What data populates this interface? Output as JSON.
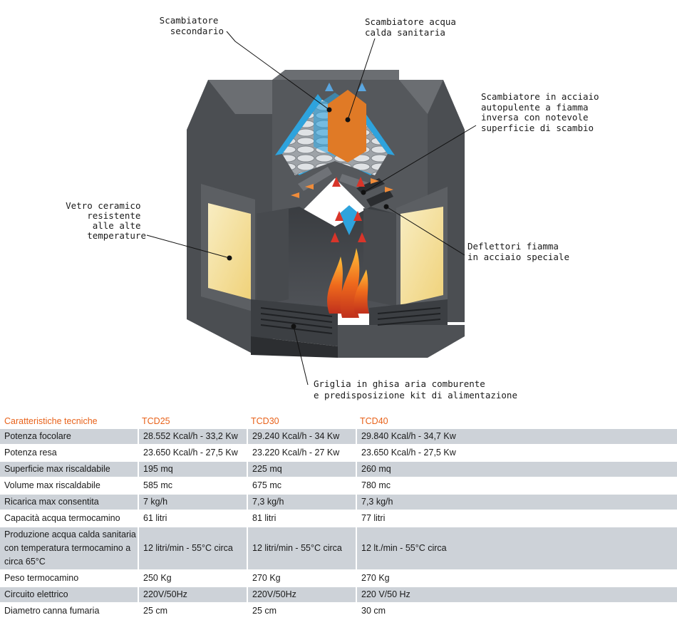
{
  "callouts": {
    "secondary_exchanger": [
      "Scambiatore",
      "secondario"
    ],
    "hot_water_exchanger": [
      "Scambiatore acqua",
      "calda sanitaria"
    ],
    "steel_exchanger": [
      "Scambiatore in acciaio",
      "autopulente a fiamma",
      "inversa con notevole",
      "superficie di scambio"
    ],
    "ceramic_glass": [
      "Vetro ceramico",
      "resistente",
      "alle alte",
      "temperature"
    ],
    "flame_deflectors": [
      "Deflettori fiamma",
      "in acciaio speciale"
    ],
    "grate": [
      "Griglia in ghisa aria comburente",
      "e predisposizione kit di alimentazione"
    ]
  },
  "table": {
    "header": [
      "Caratteristiche tecniche",
      "TCD25",
      "TCD30",
      "TCD40"
    ],
    "rows": [
      {
        "label": "Potenza focolare",
        "values": [
          "28.552 Kcal/h - 33,2 Kw",
          "29.240 Kcal/h - 34 Kw",
          "29.840 Kcal/h - 34,7 Kw"
        ]
      },
      {
        "label": "Potenza resa",
        "values": [
          "23.650 Kcal/h - 27,5 Kw",
          "23.220 Kcal/h - 27 Kw",
          "23.650 Kcal/h - 27,5 Kw"
        ]
      },
      {
        "label": "Superficie max riscaldabile",
        "values": [
          "195 mq",
          "225 mq",
          "260 mq"
        ]
      },
      {
        "label": "Volume max riscaldabile",
        "values": [
          "585 mc",
          "675 mc",
          "780 mc"
        ]
      },
      {
        "label": "Ricarica max consentita",
        "values": [
          "7 kg/h",
          "7,3 kg/h",
          "7,3 kg/h"
        ]
      },
      {
        "label": "Capacità acqua termocamino",
        "values": [
          "61 litri",
          "81 litri",
          "77 litri"
        ]
      },
      {
        "label": "Produzione acqua calda sanitaria con temperatura termocamino a circa 65°C",
        "values": [
          "12 litri/min - 55°C circa",
          "12 litri/min - 55°C circa",
          "12 lt./min - 55°C circa"
        ]
      },
      {
        "label": "Peso termocamino",
        "values": [
          "250 Kg",
          "270 Kg",
          "270 Kg"
        ]
      },
      {
        "label": "Circuito elettrico",
        "values": [
          "220V/50Hz",
          "220V/50Hz",
          "220 V/50 Hz"
        ]
      },
      {
        "label": "Diametro canna fumaria",
        "values": [
          "25 cm",
          "25 cm",
          "30 cm"
        ]
      }
    ]
  },
  "colors": {
    "accent": "#e8621a",
    "row_shade": "#cdd2d8",
    "body_dark": "#3f4246",
    "body_mid": "#595c60",
    "body_light": "#75787c",
    "water": "#2ea3dd",
    "copper": "#e07a26",
    "glass": "#f6e3a0",
    "arrow_red": "#d8352a"
  }
}
